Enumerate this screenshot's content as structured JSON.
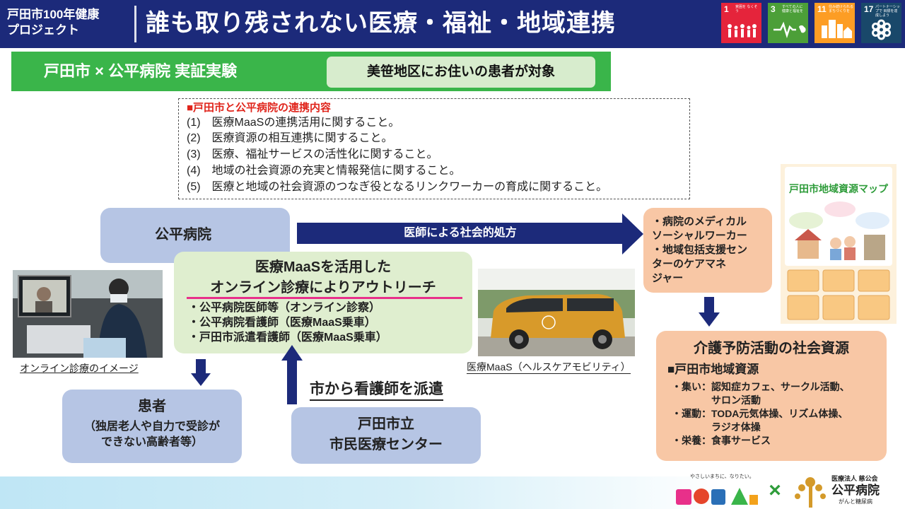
{
  "header": {
    "project_line1": "戸田市100年健康",
    "project_line2": "プロジェクト",
    "title": "誰も取り残されない医療・福祉・地域連携",
    "sdgs": [
      {
        "num": "1",
        "text": "貧困を なくそう",
        "color": "#e5243b"
      },
      {
        "num": "3",
        "text": "すべての人に 健康と福祉を",
        "color": "#4c9f38"
      },
      {
        "num": "11",
        "text": "住み続けられる まちづくりを",
        "color": "#fd9d24"
      },
      {
        "num": "17",
        "text": "パートナーシップで 目標を達成しよう",
        "color": "#19486a"
      }
    ]
  },
  "banner": {
    "title": "戸田市 × 公平病院 実証実験",
    "target": "美笹地区にお住いの患者が対象"
  },
  "collaboration": {
    "heading": "■戸田市と公平病院の連携内容",
    "items": [
      "(1)　医療MaaSの連携活用に関すること。",
      "(2)　医療資源の相互連携に関すること。",
      "(3)　医療、福祉サービスの活性化に関すること。",
      "(4)　地域の社会資源の充実と情報発信に関すること。",
      "(5)　医療と地域の社会資源のつなぎ役となるリンクワーカーの育成に関すること。"
    ]
  },
  "hospital": {
    "label": "公平病院"
  },
  "prescription_arrow": {
    "label": "医師による社会的処方"
  },
  "maas": {
    "title1": "医療MaaSを活用した",
    "title2": "オンライン診療によりアウトリーチ",
    "items": [
      "・公平病院医師等（オンライン診察）",
      "・公平病院看護師（医療MaaS乗車）",
      "・戸田市派遣看護師（医療MaaS乗車）"
    ]
  },
  "msw": {
    "lines": [
      "・病院のメディカル",
      "ソーシャルワーカー",
      "・地域包括支援セン",
      "ターのケアマネ",
      "ジャー"
    ]
  },
  "photo_online": {
    "caption": "オンライン診療のイメージ"
  },
  "photo_vehicle": {
    "caption": "医療MaaS（ヘルスケアモビリティ）"
  },
  "brochure": {
    "title": "戸田市地域資源マップ"
  },
  "patient": {
    "title": "患者",
    "line1": "（独居老人や自力で受診が",
    "line2": "できない高齢者等）"
  },
  "dispatch": {
    "label": "市から看護師を派遣"
  },
  "medical_center": {
    "line1": "戸田市立",
    "line2": "市民医療センター"
  },
  "care": {
    "title": "介護予防活動の社会資源",
    "subtitle": "■戸田市地域資源",
    "items": [
      "・集い：認知症カフェ、サークル活動、",
      "　　　　サロン活動",
      "・運動：TODA元気体操、リズム体操、",
      "　　　　ラジオ体操",
      "・栄養：食事サービス"
    ]
  },
  "footer": {
    "toda_tagline": "やさしいまちに、なりたい。",
    "kohei_corp": "医療法人 慈公会",
    "kohei_name": "公平病院",
    "kohei_sub": "がんと糖尿病"
  }
}
